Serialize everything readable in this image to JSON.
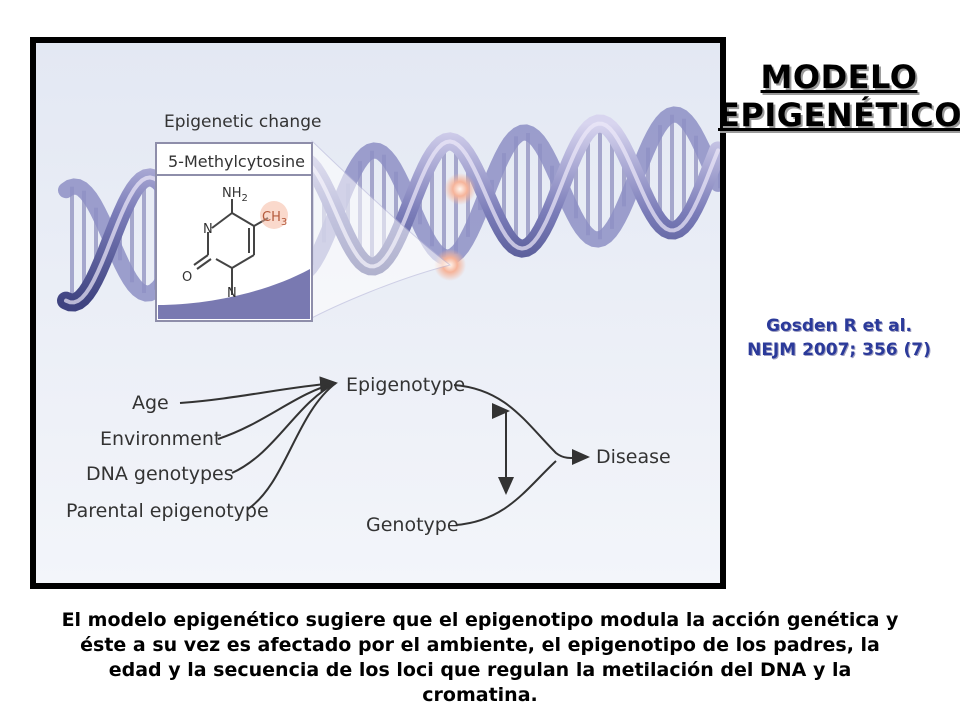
{
  "title": {
    "line1": "MODELO ",
    "line2": "EPIGENÉTICO"
  },
  "citation": {
    "author": "Gosden R et al.",
    "journal": "NEJM 2007; 356 (7)"
  },
  "figure": {
    "epigenetic_change_label": "Epigenetic change",
    "inset_title": "5-Methylcytosine",
    "molecule": {
      "nh2": "NH",
      "nh2_sub": "2",
      "ch3": "CH",
      "ch3_sub": "3",
      "n1": "N",
      "n2": "N",
      "o": "O"
    },
    "inputs": [
      "Age",
      "Environment",
      "DNA genotypes",
      "Parental epigenotype"
    ],
    "epigenotype": "Epigenotype",
    "genotype": "Genotype",
    "disease": "Disease"
  },
  "caption": "El modelo epigenético sugiere que el epigenotipo modula la acción genética y éste a su vez es afectado por el ambiente, el epigenotipo de los padres, la edad y la secuencia de los loci que regulan la metilación del DNA y la cromatina.",
  "colors": {
    "helix_dark": "#4a4f8a",
    "helix_light": "#c9c6e6",
    "background": "#e9eef6",
    "citation": "#2b3a9a",
    "methyl_glow": "#f4a98c"
  }
}
